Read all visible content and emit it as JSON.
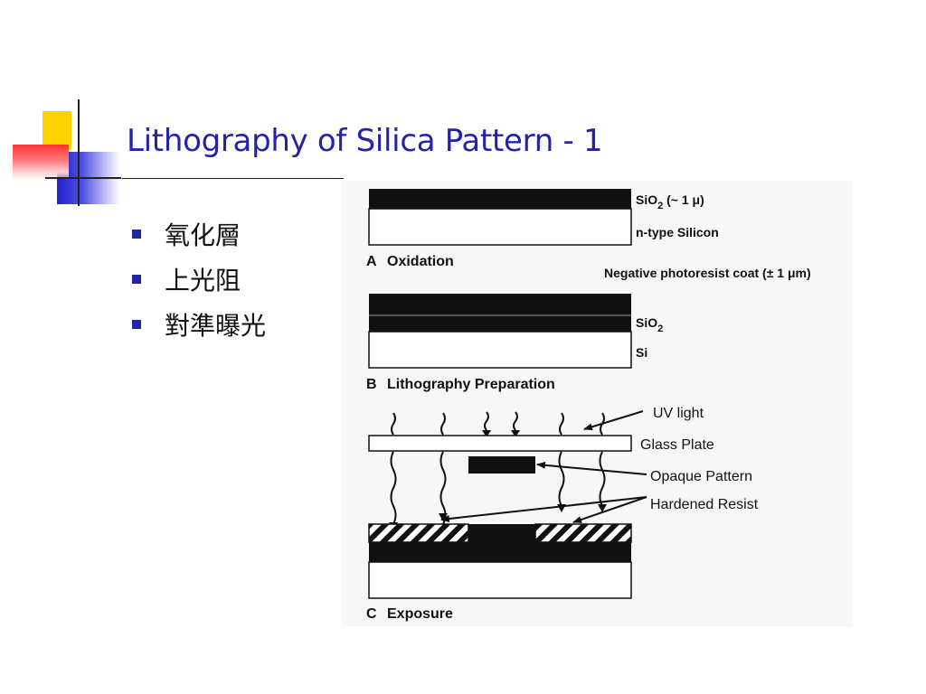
{
  "slide": {
    "title": "Lithography of Silica Pattern - 1",
    "bullets": [
      "氧化層",
      "上光阻",
      "對準曝光"
    ]
  },
  "colors": {
    "title": "#2323a8",
    "bullet": "#2323a8",
    "deco_yellow": "#ffd200",
    "deco_red": "#ff3333",
    "deco_blue": "#2020d0"
  },
  "figure": {
    "step_a": {
      "letter": "A",
      "caption": "Oxidation",
      "layer_top": "SiO",
      "layer_top_sub": "2",
      "layer_top_suffix": " (~ 1 μ)",
      "layer_bottom": "n-type Silicon"
    },
    "coat_label": "Negative photoresist coat (± 1 μm)",
    "step_b": {
      "letter": "B",
      "caption": "Lithography Preparation",
      "layer_top": "SiO",
      "layer_top_sub": "2",
      "layer_bottom": "Si"
    },
    "step_c": {
      "letter": "C",
      "caption": "Exposure",
      "uv_light": "UV light",
      "glass_plate": "Glass Plate",
      "opaque_pattern": "Opaque Pattern",
      "hardened_resist": "Hardened Resist"
    }
  }
}
